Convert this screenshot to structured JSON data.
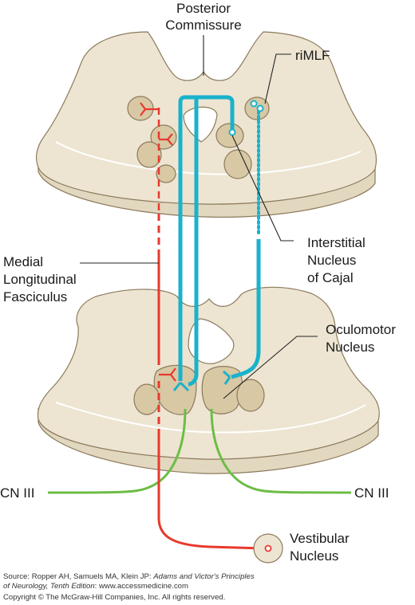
{
  "labels": {
    "posterior_commissure": [
      "Posterior",
      "Commissure"
    ],
    "rimlf": "riMLF",
    "interstitial_nucleus": [
      "Interstitial",
      "Nucleus",
      "of Cajal"
    ],
    "mlf": [
      "Medial",
      "Longitudinal",
      "Fasciculus"
    ],
    "oculomotor_nucleus": [
      "Oculomotor",
      "Nucleus"
    ],
    "cn3_left": "CN III",
    "cn3_right": "CN III",
    "vestibular_nucleus": [
      "Vestibular",
      "Nucleus"
    ]
  },
  "credit": {
    "source_prefix": "Source: Ropper AH, Samuels MA, Klein JP: ",
    "source_title_1": "Adams and Victor's Principles",
    "source_title_2": "of Neurology, Tenth Edition",
    "source_url": ": www.accessmedicine.com",
    "copyright": "Copyright © The McGraw-Hill Companies, Inc. All rights reserved."
  },
  "colors": {
    "tissue": "#ede5d2",
    "tissue_side": "#e2d7bf",
    "nucleus": "#d8c8a4",
    "outline": "#8c7a5c",
    "vertical_pathway": "#1ab2cc",
    "mlf": "#e8392d",
    "cn3": "#6cbd45",
    "leader": "#222222"
  }
}
